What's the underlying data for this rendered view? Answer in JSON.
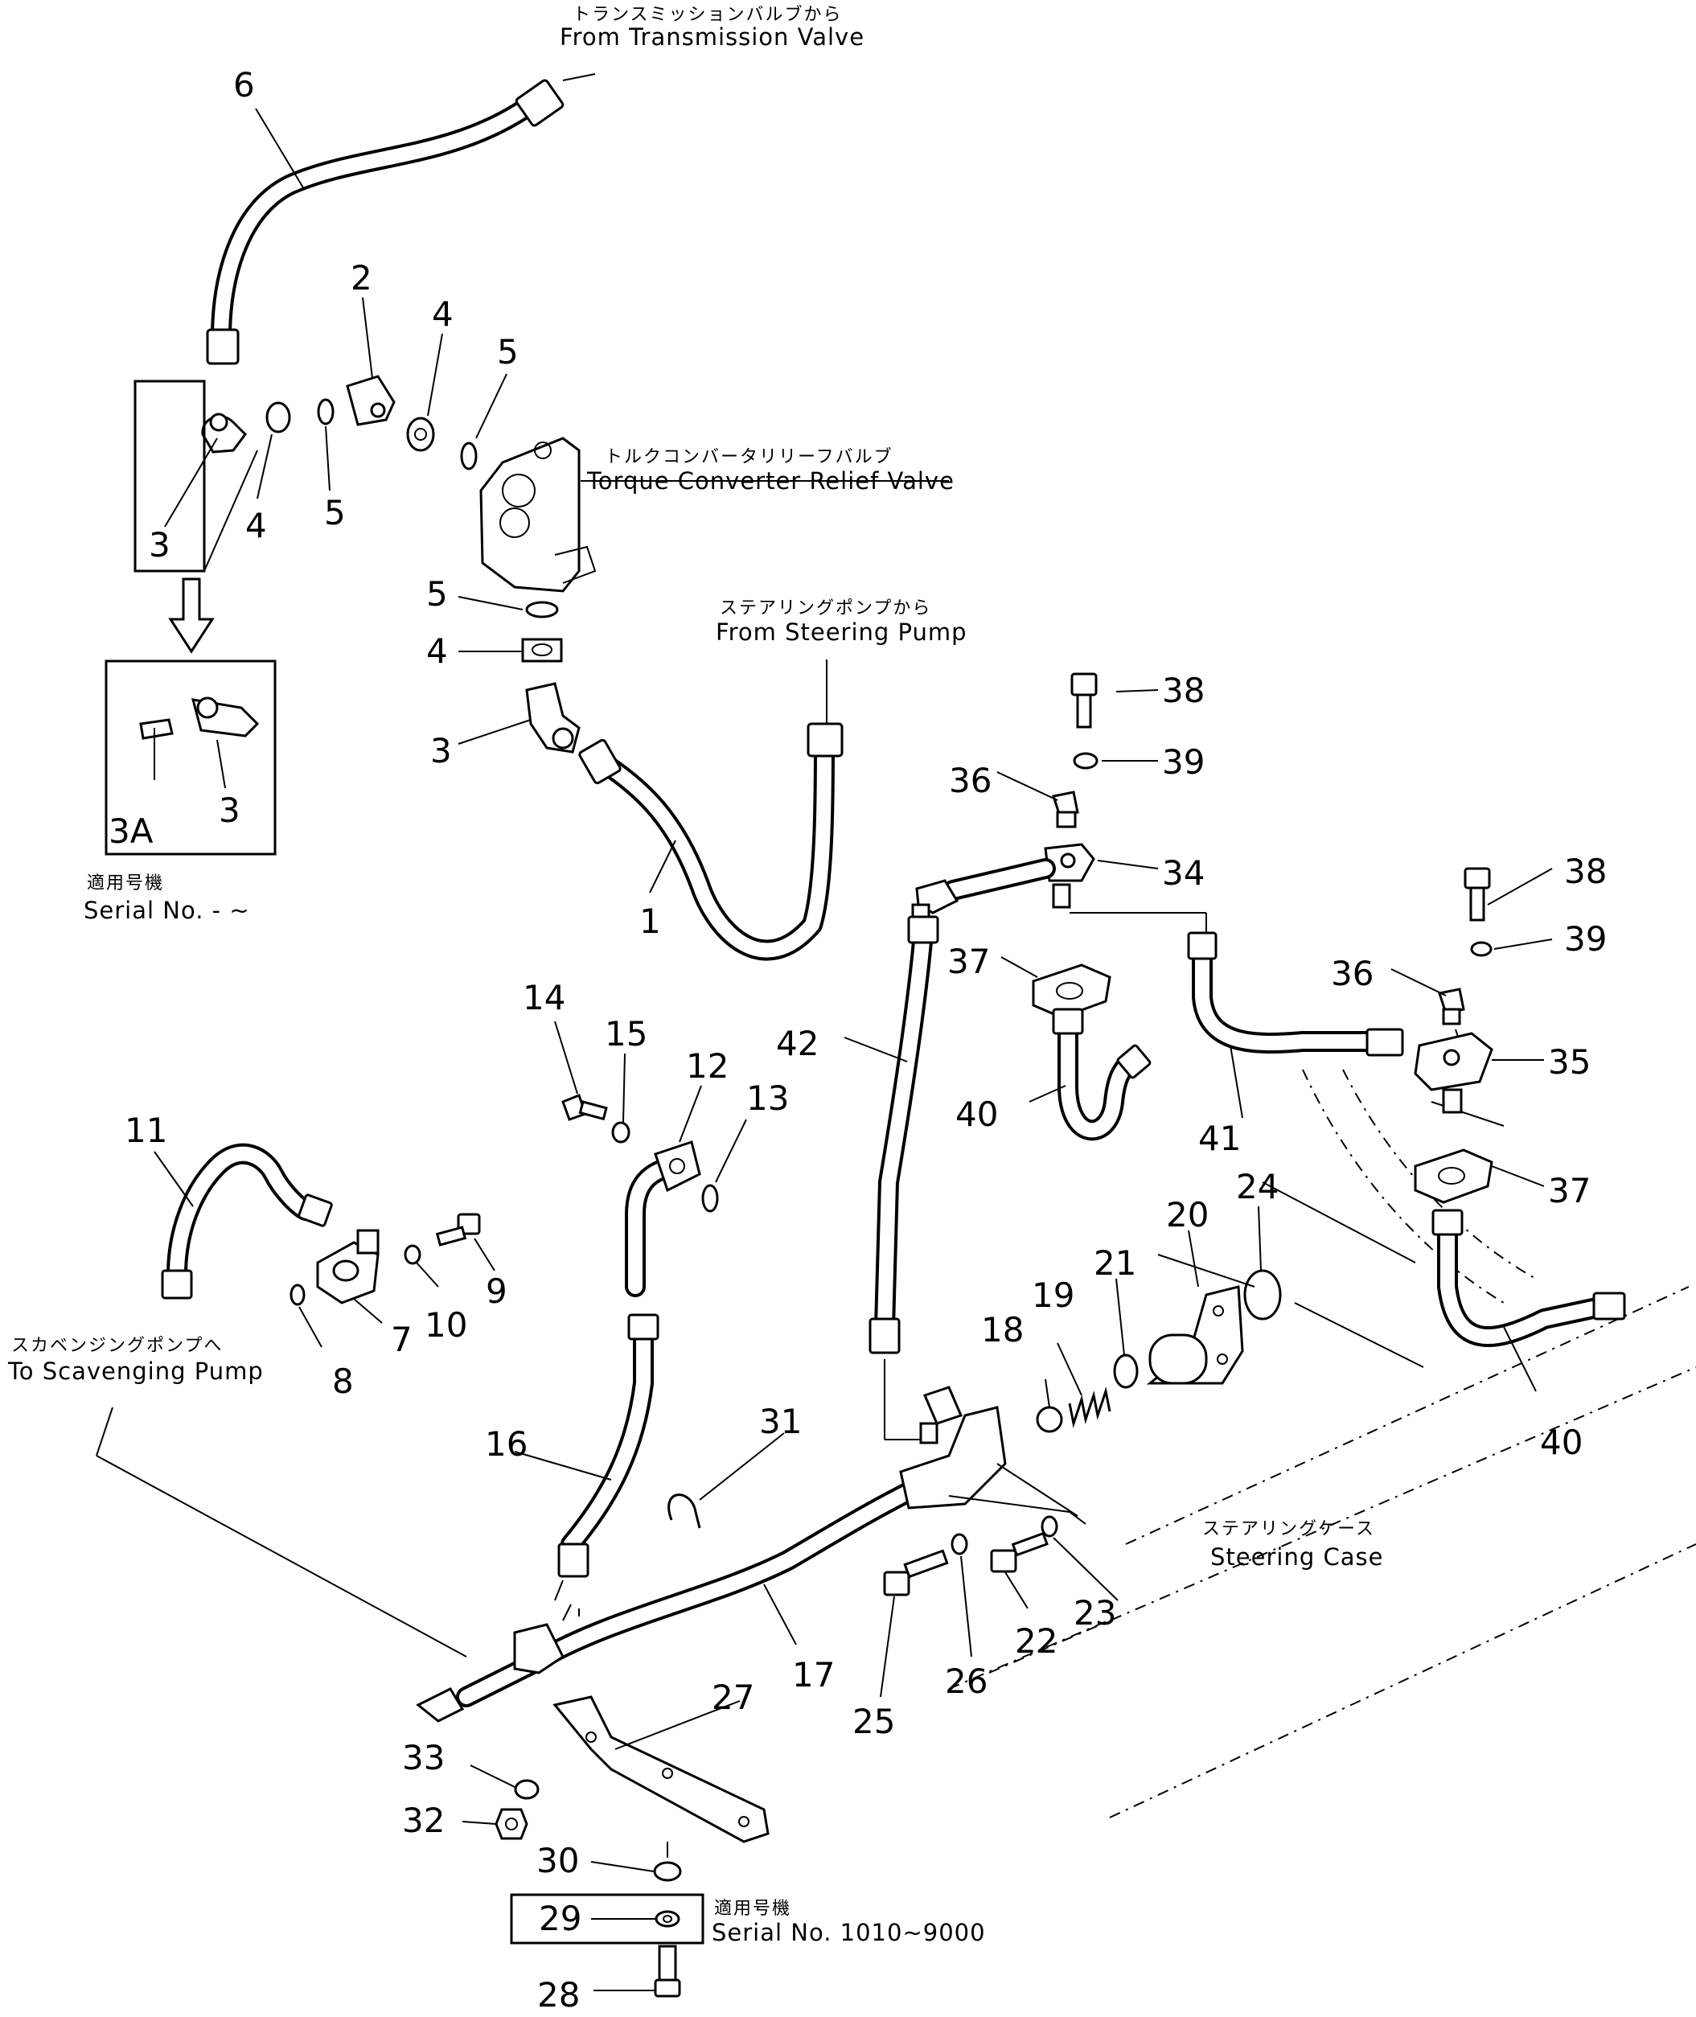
{
  "captions": {
    "trans_jp": "トランスミッションバルブから",
    "trans_en": "From Transmission Valve",
    "relief_jp": "トルクコンバータリリーフバルブ",
    "relief_en": "Torque Converter Relief Valve",
    "pump_jp": "ステアリングポンプから",
    "pump_en": "From Steering Pump",
    "scav_jp": "スカベンジングポンプへ",
    "scav_en": "To Scavenging Pump",
    "case_jp": "ステアリングケース",
    "case_en": "Steering Case",
    "serial1_jp": "適用号機",
    "serial1_en": "Serial No.  - ~",
    "serial2_jp": "適用号機",
    "serial2_en": "Serial No. 1010~9000"
  },
  "labels": {
    "l1": "1",
    "l2": "2",
    "l3a": "3",
    "l3b": "3",
    "l3c": "3",
    "l3A": "3A",
    "l4a": "4",
    "l4b": "4",
    "l4c": "4",
    "l5a": "5",
    "l5b": "5",
    "l5c": "5",
    "l6": "6",
    "l7": "7",
    "l8": "8",
    "l9": "9",
    "l10": "10",
    "l11": "11",
    "l12": "12",
    "l13": "13",
    "l14": "14",
    "l15": "15",
    "l16": "16",
    "l17": "17",
    "l18": "18",
    "l19": "19",
    "l20": "20",
    "l21": "21",
    "l22": "22",
    "l23": "23",
    "l24": "24",
    "l25": "25",
    "l26": "26",
    "l27": "27",
    "l28": "28",
    "l29": "29",
    "l30": "30",
    "l31": "31",
    "l32": "32",
    "l33": "33",
    "l34": "34",
    "l35": "35",
    "l36a": "36",
    "l36b": "36",
    "l37a": "37",
    "l37b": "37",
    "l38a": "38",
    "l38b": "38",
    "l39a": "39",
    "l39b": "39",
    "l40a": "40",
    "l40b": "40",
    "l41": "41",
    "l42": "42"
  }
}
